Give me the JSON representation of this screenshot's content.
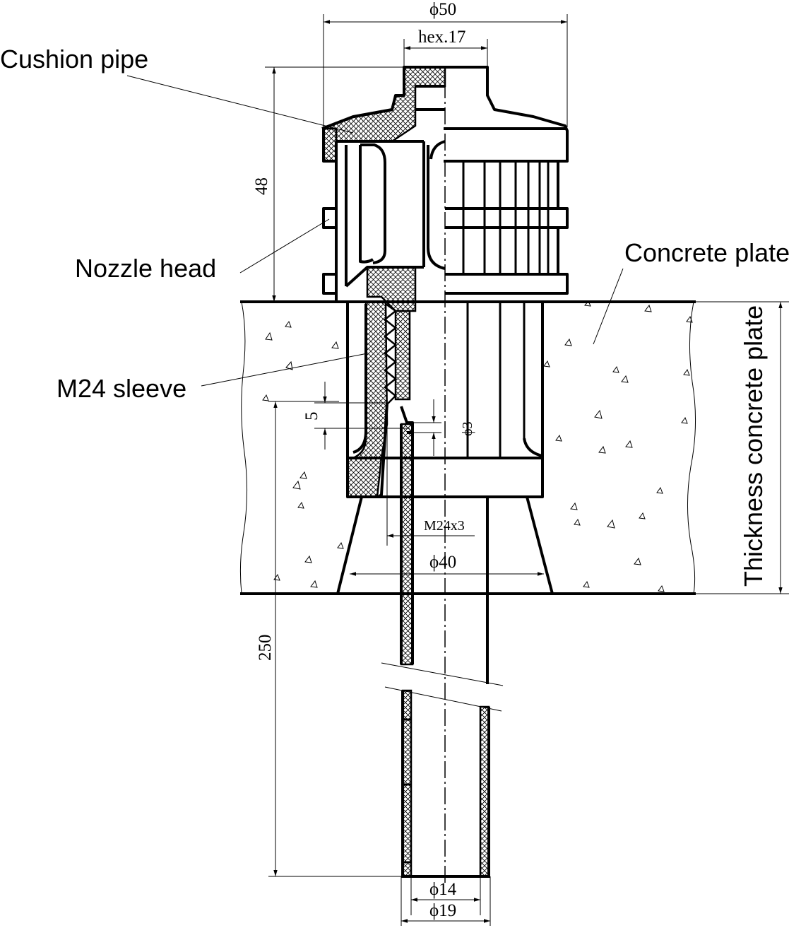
{
  "labels": {
    "cushion_pipe": "Cushion pipe",
    "nozzle_head": "Nozzle head",
    "concrete_plate": "Concrete plate",
    "m24_sleeve": "M24 sleeve",
    "thickness_concrete_plate": "Thickness concrete plate"
  },
  "dimensions": {
    "outer_diameter": "ϕ50",
    "hex": "hex.17",
    "head_height": "48",
    "gap": "5",
    "hole_diameter": "ϕ3",
    "thread": "M24x3",
    "sleeve_diameter": "ϕ40",
    "pipe_length": "250",
    "pipe_inner_diameter": "ϕ14",
    "pipe_outer_diameter": "ϕ19"
  },
  "colors": {
    "line": "#000000",
    "background": "#ffffff"
  }
}
